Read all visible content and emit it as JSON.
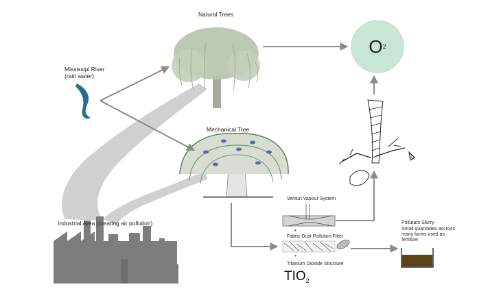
{
  "labels": {
    "natural_trees": "Natural Trees",
    "river_name": "Mississipi River",
    "river_note": "(rain water)",
    "mechanical_tree": "Mechanical Tree",
    "industrial_area": "Industrial Area (creating air pollution)",
    "venturi": "Venturi Vapour System",
    "fabric_filter": "Fabric Dust Pollution Filter",
    "titanium": "Titanium Dioxide Structure",
    "tio2_main": "TIO",
    "tio2_sub": "2",
    "o2_main": "O",
    "o2_sub": "2",
    "plus_1": "+",
    "plus_2": "+",
    "slurry_title": "Pollutant Slurry",
    "slurry_line1": "Small quantaties accross",
    "slurry_line2": "many farms used as",
    "slurry_line3": "fertilizer"
  },
  "colors": {
    "arrow": "#8a8a8a",
    "smoke": "#c9c9c9",
    "factory": "#7d7d7d",
    "river": "#2b6d8f",
    "tree_foliage": "#b9c6ae",
    "mech_canopy": "#a9c1a2",
    "o2_circle": "#c7e6d6",
    "slurry": "#5a4319"
  }
}
